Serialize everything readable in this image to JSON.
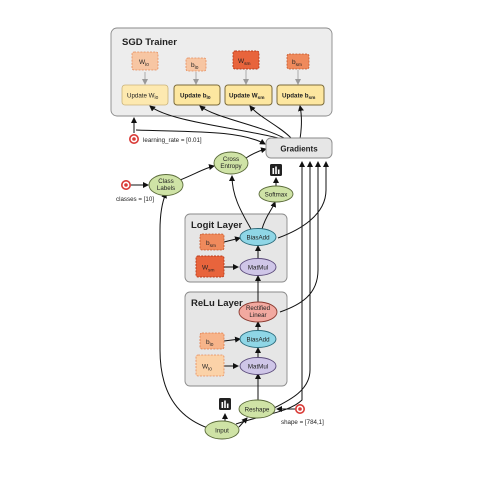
{
  "diagram": {
    "groups": {
      "sgd_trainer": "SGD Trainer",
      "logit_layer": "Logit Layer",
      "relu_layer": "ReLu Layer"
    },
    "trainer_vars": {
      "w_l0": {
        "base": "W",
        "sub": "l0"
      },
      "b_l0": {
        "base": "b",
        "sub": "l0"
      },
      "w_sm": {
        "base": "W",
        "sub": "sm"
      },
      "b_sm": {
        "base": "b",
        "sub": "sm"
      }
    },
    "update_ops": {
      "u_w_l0": {
        "base": "Update W",
        "sub": "l0"
      },
      "u_b_l0": {
        "base": "Update b",
        "sub": "l0"
      },
      "u_w_sm": {
        "base": "Update W",
        "sub": "sm"
      },
      "u_b_sm": {
        "base": "Update b",
        "sub": "sm"
      }
    },
    "gradients": "Gradients",
    "ops": {
      "cross_entropy_line1": "Cross",
      "cross_entropy_line2": "Entropy",
      "class_labels_line1": "Class",
      "class_labels_line2": "Labels",
      "softmax": "Softmax",
      "bias_add": "BiasAdd",
      "matmul": "MatMul",
      "rectified_line1": "Rectified",
      "rectified_line2": "Linear",
      "reshape": "Reshape",
      "input": "Input"
    },
    "layer_vars": {
      "b_sm": {
        "base": "b",
        "sub": "sm"
      },
      "w_sm": {
        "base": "W",
        "sub": "sm"
      },
      "b_l0": {
        "base": "b",
        "sub": "l0"
      },
      "w_l0": {
        "base": "W",
        "sub": "l0"
      }
    },
    "params": {
      "learning_rate": "learning_rate = [0.01]",
      "classes": "classes = [10]",
      "shape": "shape = [784,1]"
    }
  },
  "colors": {
    "group_fill": "#e6e6e6",
    "trainer_fill": "#ededed",
    "green_op": "#cfe3a6",
    "cyan_op": "#8fd6e6",
    "purple_op": "#cfc6e8",
    "pink_op": "#f2a9a0",
    "update_yellow": "#fde7a0",
    "var_dark": "#e8643c",
    "var_light": "#f7b48a",
    "param_red": "#d93a36"
  }
}
